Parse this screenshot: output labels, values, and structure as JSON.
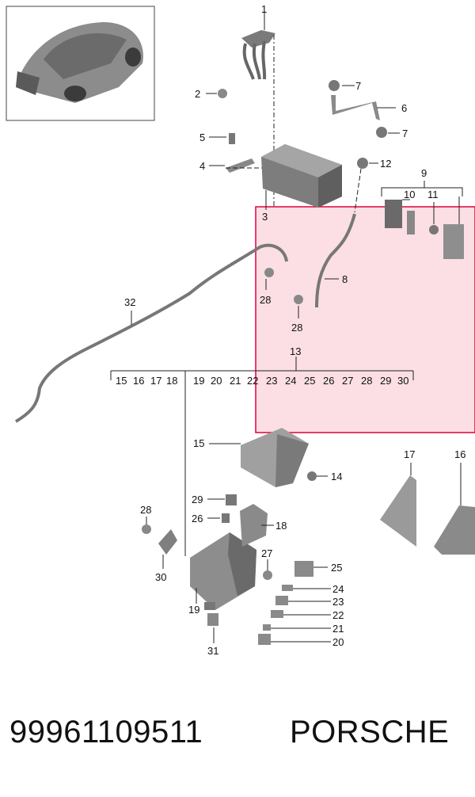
{
  "footer": {
    "part_number": "99961109511",
    "brand": "PORSCHE"
  },
  "callouts": {
    "c1": "1",
    "c2": "2",
    "c3": "3",
    "c4": "4",
    "c5": "5",
    "c6": "6",
    "c7a": "7",
    "c7b": "7",
    "c8": "8",
    "c9": "9",
    "c10": "10",
    "c11": "11",
    "c12": "12",
    "c13": "13",
    "c14": "14",
    "c15": "15",
    "c16": "16",
    "c17": "17",
    "c18": "18",
    "c19": "19",
    "c20": "20",
    "c21": "21",
    "c22": "22",
    "c23": "23",
    "c24": "24",
    "c25": "25",
    "c26": "26",
    "c27": "27",
    "c28a": "28",
    "c28b": "28",
    "c28c": "28",
    "c29": "29",
    "c30": "30",
    "c31": "31",
    "c32": "32"
  },
  "sub_list": [
    "15",
    "16",
    "17",
    "18",
    "19",
    "20",
    "21",
    "22",
    "23",
    "24",
    "25",
    "26",
    "27",
    "28",
    "29",
    "30"
  ],
  "colors": {
    "highlight_fill": "#f9c9d2",
    "highlight_stroke": "#e0003a",
    "line": "#222222",
    "part_fill": "#9a9a9a"
  }
}
